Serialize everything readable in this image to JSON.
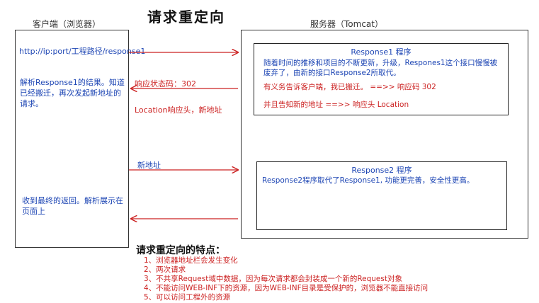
{
  "title": "请求重定向",
  "client_label": "客户端（浏览器）",
  "server_label": "服务器（Tomcat）",
  "request_url": "http://ip:port/工程路径/response1",
  "client_parse_text": "解析Response1的结果。知道已经搬迁，再次发起新地址的请求。",
  "client_final_text": "收到最终的返回。解析展示在页面上",
  "status_code_label": "响应状态码：302",
  "location_label": "Location响应头，新地址",
  "new_address_label": "新地址",
  "response1": {
    "title": "Response1 程序",
    "desc": "随着时间的推移和项目的不断更新，升级，Respones1这个接口慢慢被废弃了，由新的接口Response2所取代。",
    "line1": "有义务告诉客户端，我已搬迁。 ==>> 响应码 302",
    "line2": "并且告知新的地址   ==>> 响应头 Location"
  },
  "response2": {
    "title": "Response2 程序",
    "desc": "Response2程序取代了Response1, 功能更完善，安全性更高。"
  },
  "features_title": "请求重定向的特点：",
  "features": [
    "1、浏览器地址栏会发生变化",
    "2、两次请求",
    "3、不共享Request域中数据，因为每次请求都会封装成一个新的Request对象",
    "4、不能访问WEB-INF下的资源，因为WEB-INF目录是受保护的，浏览器不能直接访问",
    "5、可以访问工程外的资源"
  ],
  "colors": {
    "arrow": "#cc2222",
    "text_blue": "#1e46b4",
    "text_red": "#cc2222"
  }
}
